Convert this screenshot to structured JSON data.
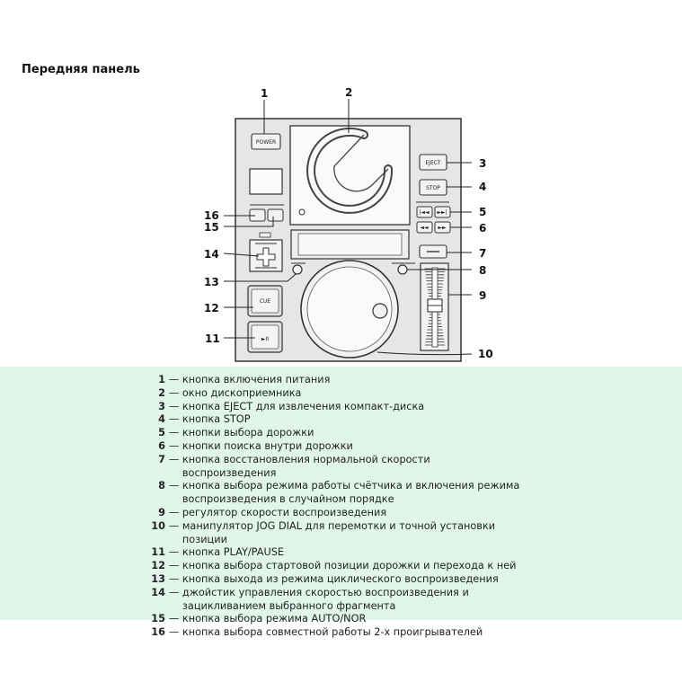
{
  "title": "Передняя панель",
  "callouts": [
    "1",
    "2",
    "3",
    "4",
    "5",
    "6",
    "7",
    "8",
    "9",
    "10",
    "11",
    "12",
    "13",
    "14",
    "15",
    "16"
  ],
  "buttons": {
    "power": "POWER",
    "eject": "EJECT",
    "stop": "STOP",
    "cue": "CUE",
    "play": "►II"
  },
  "legend": [
    {
      "num": "1",
      "text": "кнопка включения питания"
    },
    {
      "num": "2",
      "text": "окно дископриемника"
    },
    {
      "num": "3",
      "text": "кнопка EJECT для извлечения компакт-диска"
    },
    {
      "num": "4",
      "text": "кнопка STOP"
    },
    {
      "num": "5",
      "text": "кнопки выбора дорожки"
    },
    {
      "num": "6",
      "text": "кнопки поиска внутри дорожки"
    },
    {
      "num": "7",
      "text": "кнопка восстановления нормальной скорости воспроизведения"
    },
    {
      "num": "8",
      "text": "кнопка выбора режима работы счётчика и включения режима воспроизведения в случайном порядке"
    },
    {
      "num": "9",
      "text": "регулятор скорости воспроизведения"
    },
    {
      "num": "10",
      "text": "манипулятор JOG DIAL для перемотки и точной установки позиции"
    },
    {
      "num": "11",
      "text": "кнопка PLAY/PAUSE"
    },
    {
      "num": "12",
      "text": "кнопка выбора стартовой позиции дорожки и перехода к ней"
    },
    {
      "num": "13",
      "text": "кнопка выхода из режима циклического воспроизведения"
    },
    {
      "num": "14",
      "text": "джойстик управления скоростью воспроизведения и зацикливанием выбранного фрагмента"
    },
    {
      "num": "15",
      "text": "кнопка выбора режима AUTO/NOR"
    },
    {
      "num": "16",
      "text": "кнопка выбора совместной работы 2-х проигрывателей"
    }
  ]
}
